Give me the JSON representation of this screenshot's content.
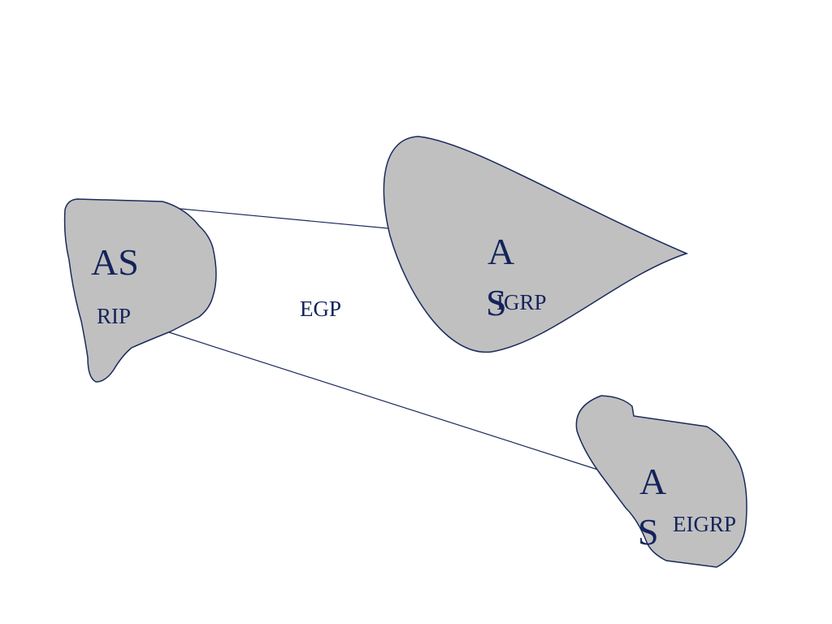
{
  "diagram": {
    "link_label": "EGP",
    "systems": [
      {
        "as_label": "AS",
        "protocol": "RIP"
      },
      {
        "as_label_line1": "A",
        "as_label_line2": "S",
        "protocol": "IGRP"
      },
      {
        "as_label_line1": "A",
        "as_label_line2": "S",
        "protocol": "EIGRP"
      }
    ]
  },
  "colors": {
    "region_fill": "#c0c0c0",
    "outline": "#1a2a5c",
    "text": "#14235a"
  }
}
